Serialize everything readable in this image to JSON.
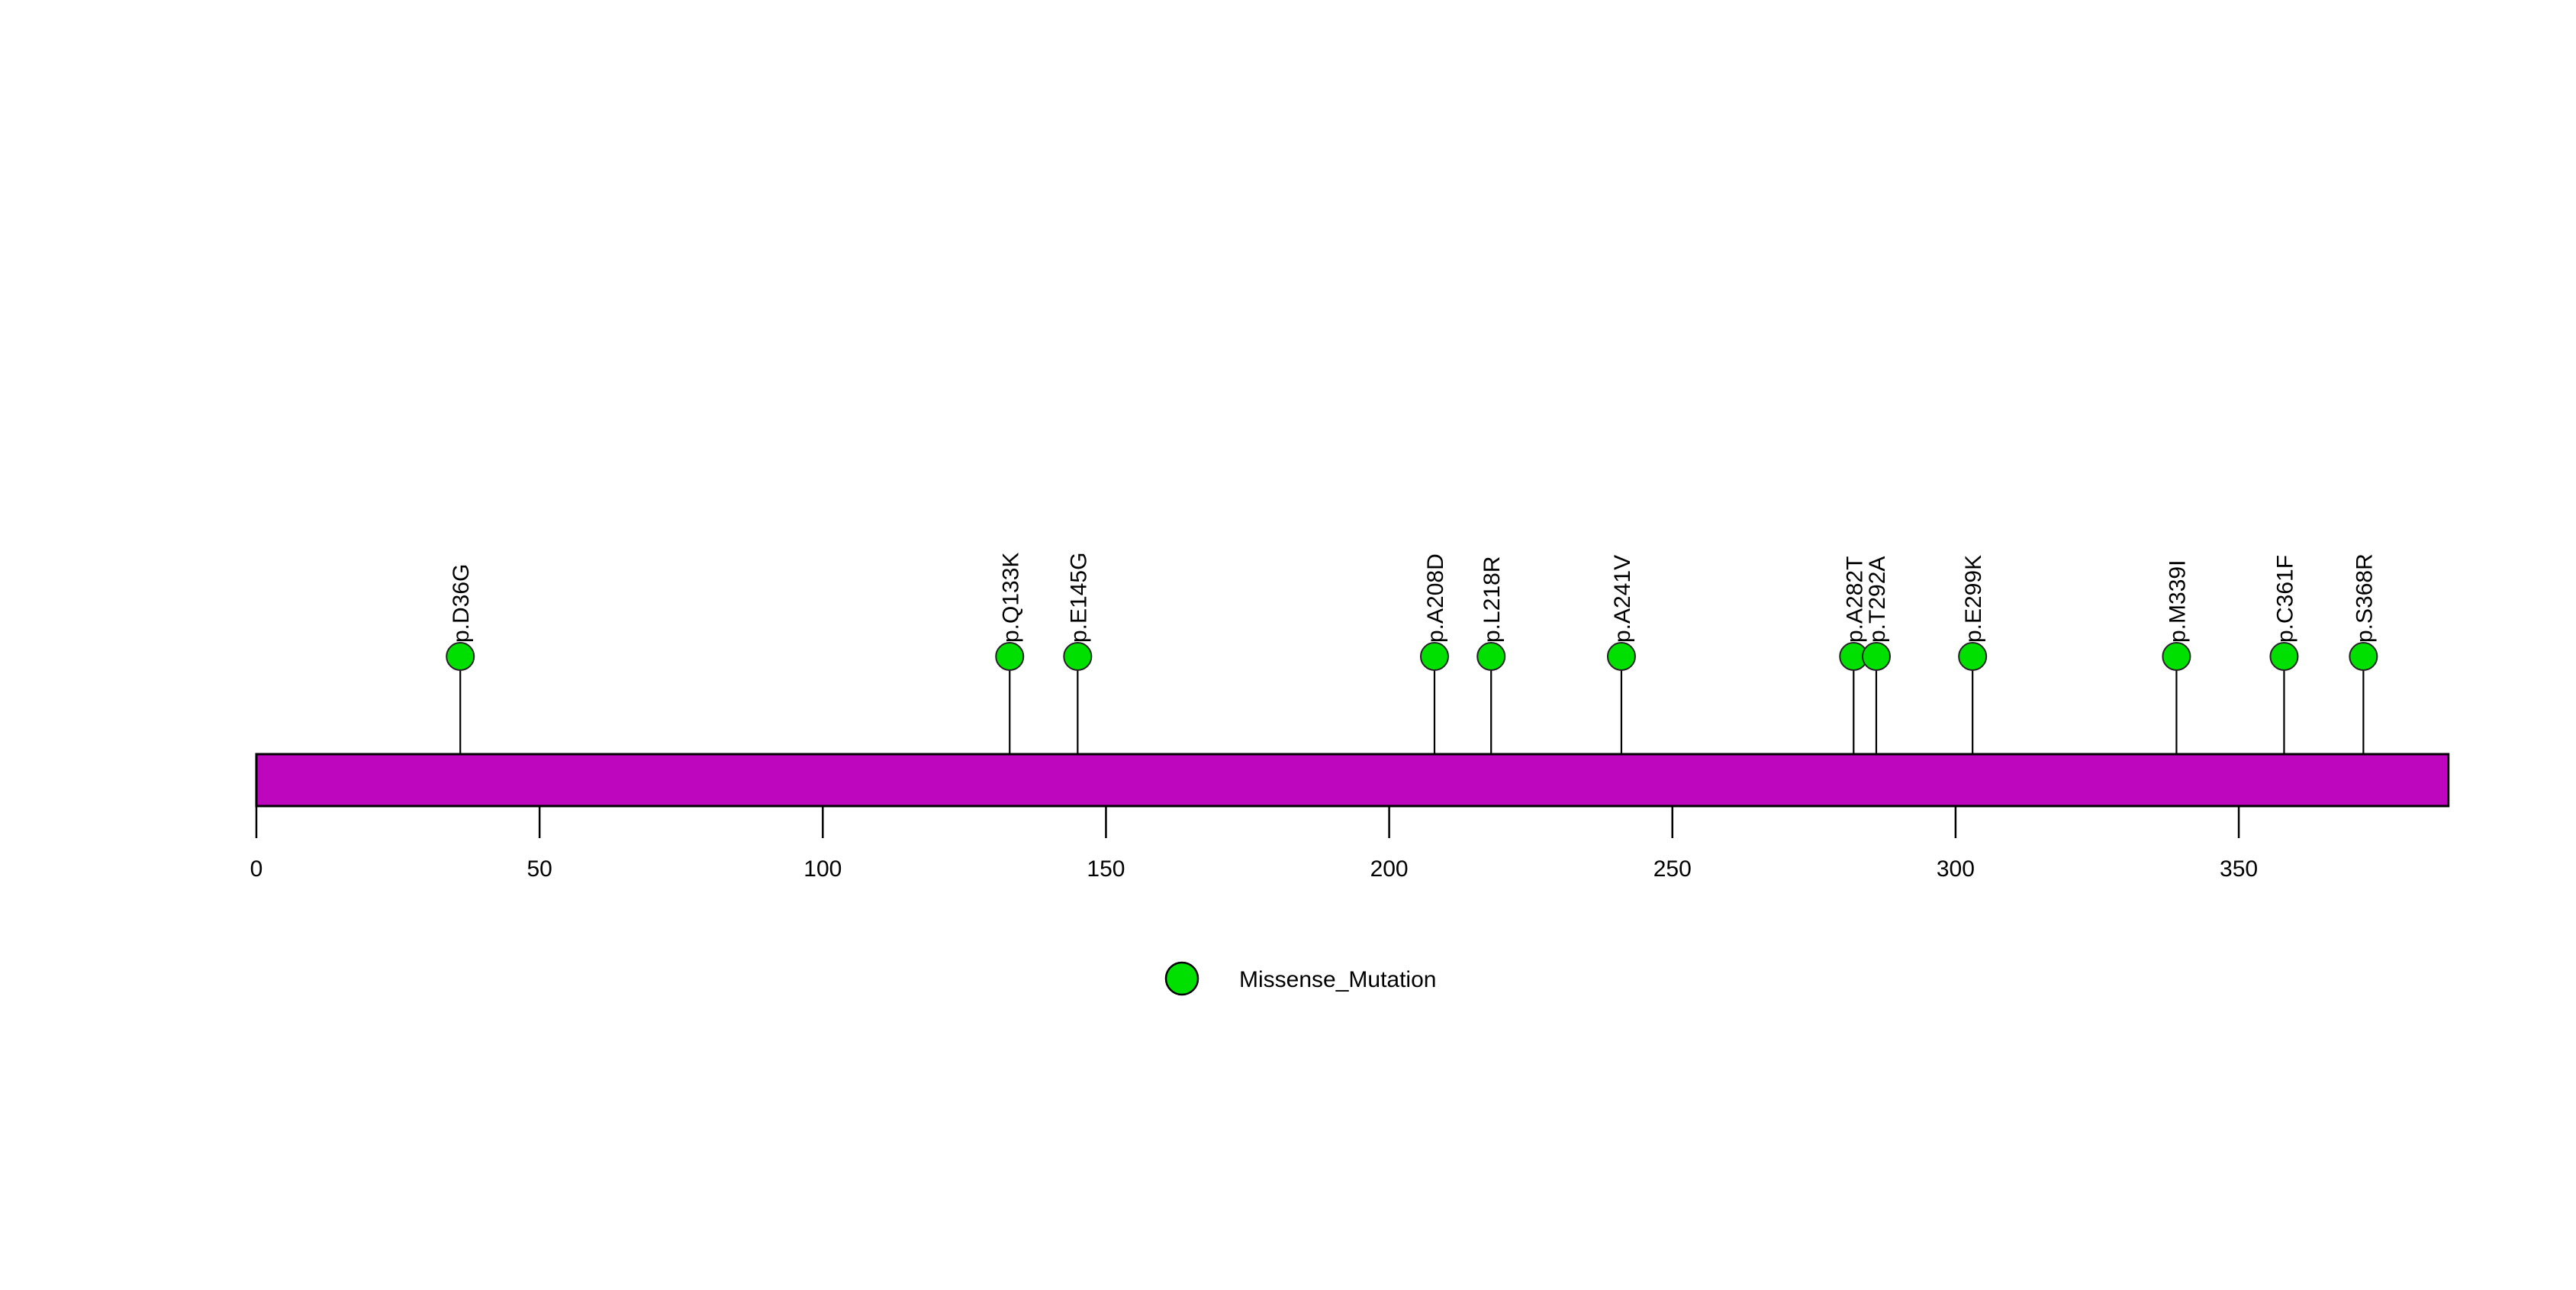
{
  "chart_data": {
    "type": "lollipop",
    "title": "",
    "subtitle": "",
    "xlabel": "",
    "ylabel": "",
    "xlim": [
      0,
      387
    ],
    "grid": false,
    "protein": {
      "length": 387,
      "domain_label": "",
      "bar_color": "#BF06BF",
      "bar_outline": "#000000"
    },
    "axis": {
      "ticks": [
        0,
        50,
        100,
        150,
        200,
        250,
        300,
        350
      ],
      "tick_labels": [
        "0",
        "50",
        "100",
        "150",
        "200",
        "250",
        "300",
        "350"
      ]
    },
    "categories": [
      "p.D36G",
      "p.Q133K",
      "p.E145G",
      "p.A208D",
      "p.L218R",
      "p.A241V",
      "p.A282T",
      "p.T292A",
      "p.E299K",
      "p.M339I",
      "p.C361F",
      "p.S368R"
    ],
    "positions": [
      36,
      133,
      145,
      208,
      218,
      241,
      282,
      292,
      299,
      339,
      361,
      368
    ],
    "values": [
      1,
      1,
      1,
      1,
      1,
      1,
      1,
      1,
      1,
      1,
      1,
      1
    ],
    "marker_color": "#00E000",
    "markers": [
      {
        "label": "p.D36G",
        "position": 36,
        "count": 1,
        "label_offset": 0,
        "type": "Missense_Mutation"
      },
      {
        "label": "p.Q133K",
        "position": 133,
        "count": 1,
        "label_offset": 0,
        "type": "Missense_Mutation"
      },
      {
        "label": "p.E145G",
        "position": 145,
        "count": 1,
        "label_offset": 0,
        "type": "Missense_Mutation"
      },
      {
        "label": "p.A208D",
        "position": 208,
        "count": 1,
        "label_offset": 0,
        "type": "Missense_Mutation"
      },
      {
        "label": "p.L218R",
        "position": 218,
        "count": 1,
        "label_offset": 0,
        "type": "Missense_Mutation"
      },
      {
        "label": "p.A241V",
        "position": 241,
        "count": 1,
        "label_offset": 0,
        "type": "Missense_Mutation"
      },
      {
        "label": "p.A282T",
        "position": 282,
        "count": 1,
        "label_offset": 0,
        "type": "Missense_Mutation"
      },
      {
        "label": "p.T292A",
        "position": 292,
        "count": 1,
        "label_offset": -6,
        "type": "Missense_Mutation"
      },
      {
        "label": "p.E299K",
        "position": 299,
        "count": 1,
        "label_offset": 4,
        "type": "Missense_Mutation"
      },
      {
        "label": "p.M339I",
        "position": 339,
        "count": 1,
        "label_offset": 0,
        "type": "Missense_Mutation"
      },
      {
        "label": "p.C361F",
        "position": 361,
        "count": 1,
        "label_offset": -3,
        "type": "Missense_Mutation"
      },
      {
        "label": "p.S368R",
        "position": 368,
        "count": 1,
        "label_offset": 4,
        "type": "Missense_Mutation"
      }
    ],
    "legend": {
      "position": "bottom",
      "entries": [
        {
          "label": "Missense_Mutation",
          "color": "#00E000",
          "shape": "circle"
        }
      ]
    }
  }
}
